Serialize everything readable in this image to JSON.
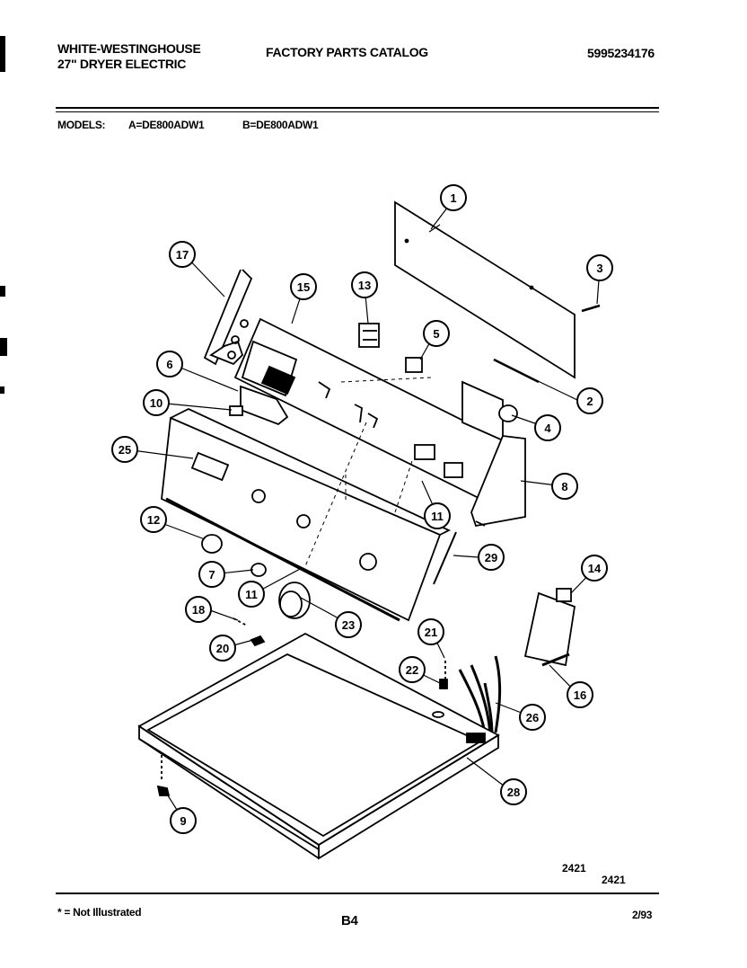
{
  "header": {
    "brand": "WHITE-WESTINGHOUSE",
    "product": "27\" DRYER ELECTRIC",
    "catalog_title": "FACTORY PARTS CATALOG",
    "catalog_number": "5995234176"
  },
  "models": {
    "label": "MODELS:",
    "a": "A=DE800ADW1",
    "b": "B=DE800ADW1"
  },
  "diagram": {
    "callouts": [
      "1",
      "2",
      "3",
      "4",
      "5",
      "6",
      "7",
      "8",
      "9",
      "10",
      "11",
      "11",
      "12",
      "13",
      "14",
      "15",
      "16",
      "17",
      "18",
      "20",
      "21",
      "22",
      "23",
      "25",
      "26",
      "28",
      "29"
    ],
    "drawing_codes": [
      "2421",
      "2421"
    ]
  },
  "footer": {
    "note": "* = Not Illustrated",
    "page": "B4",
    "date": "2/93"
  }
}
